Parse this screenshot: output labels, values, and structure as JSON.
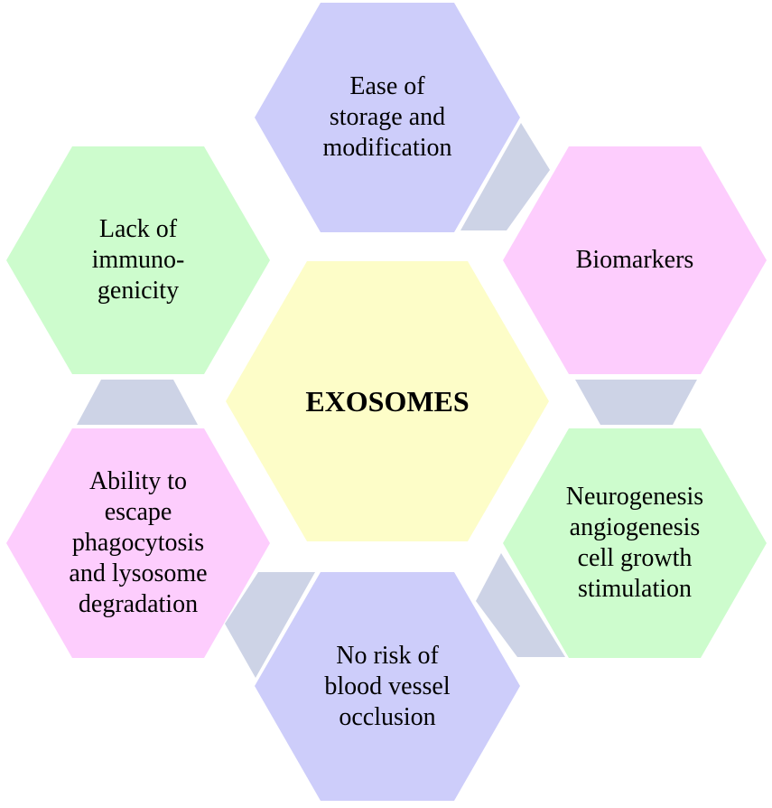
{
  "center": {
    "label": "EXOSOMES",
    "color": "#fdfdc8"
  },
  "nodes": [
    {
      "id": "storage",
      "label": "Ease of\nstorage and\nmodification",
      "color": "#cdcdfa"
    },
    {
      "id": "biomarkers",
      "label": "Biomarkers",
      "color": "#fdcdfd"
    },
    {
      "id": "neurogenesis",
      "label": "Neurogenesis\nangiogenesis\ncell growth\nstimulation",
      "color": "#cdfccd"
    },
    {
      "id": "blood-vessel",
      "label": "No risk of\nblood vessel\nocclusion",
      "color": "#cdcdfa"
    },
    {
      "id": "phagocytosis",
      "label": "Ability to\nescape\nphagocytosis\nand lysosome\ndegradation",
      "color": "#fdcdfd"
    },
    {
      "id": "immunogenicity",
      "label": "Lack of\nimmuno-\ngenicity",
      "color": "#cdfccd"
    }
  ],
  "connector_color": "#cdd3e6"
}
